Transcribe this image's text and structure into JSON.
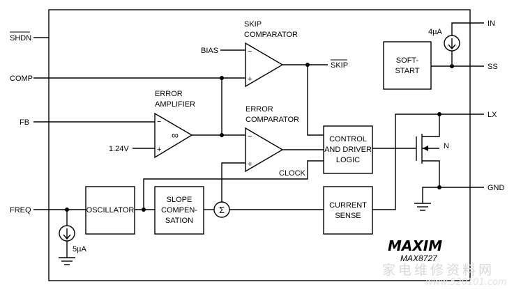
{
  "pins": {
    "shdn": "SHDN",
    "comp": "COMP",
    "fb": "FB",
    "freq": "FREQ",
    "in": "IN",
    "ss": "SS",
    "lx": "LX",
    "gnd": "GND"
  },
  "blocks": {
    "skip_comparator": [
      "SKIP",
      "COMPARATOR"
    ],
    "error_amplifier": [
      "ERROR",
      "AMPLIFIER"
    ],
    "error_comparator": [
      "ERROR",
      "COMPARATOR"
    ],
    "soft_start": [
      "SOFT-",
      "START"
    ],
    "control_logic": [
      "CONTROL",
      "AND DRIVER",
      "LOGIC"
    ],
    "oscillator": "OSCILLATOR",
    "slope_comp": [
      "SLOPE",
      "COMPEN-",
      "SATION"
    ],
    "current_sense": [
      "CURRENT",
      "SENSE"
    ]
  },
  "signals": {
    "bias": "BIAS",
    "ref_voltage": "1.24V",
    "skip": "SKIP",
    "clock": "CLOCK",
    "n_fet": "N",
    "current_4ua": "4µA",
    "current_5ua": "5µA",
    "sum": "Σ",
    "infinity": "∞",
    "minus": "−",
    "plus": "+"
  },
  "branding": {
    "logo": "MAXIM",
    "part": "MAX8727"
  },
  "watermark": {
    "text": "家电维修资料网",
    "url": "www.520101.com"
  }
}
